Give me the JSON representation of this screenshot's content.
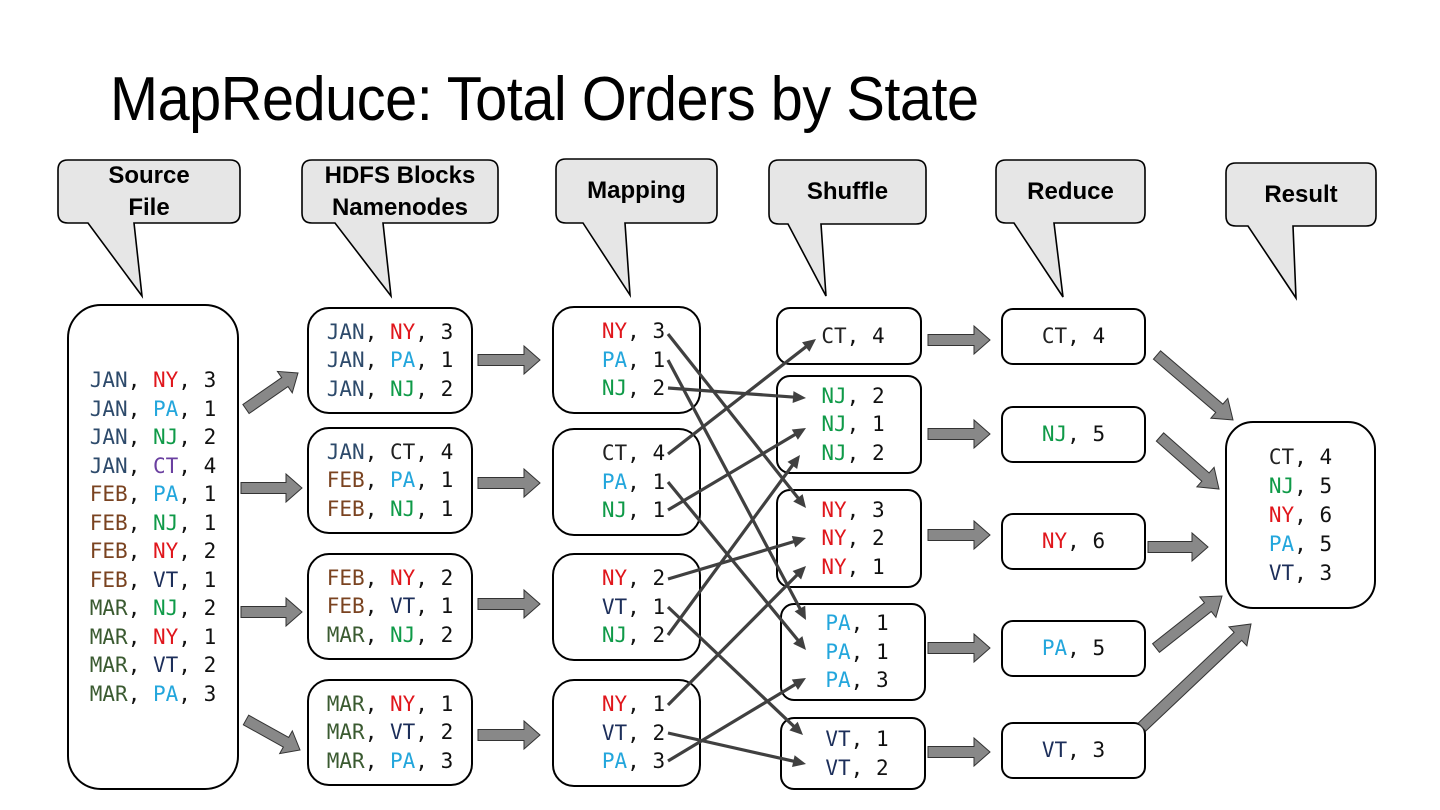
{
  "title": "MapReduce: Total Orders by State",
  "colors": {
    "JAN": "#2d4a6b",
    "FEB": "#7a4320",
    "MAR": "#3a5a30",
    "NY": "#e0161c",
    "PA": "#23a6dc",
    "NJ": "#0f9a48",
    "CT": "#222222",
    "CT_source": "#6a3fa0",
    "VT": "#1c2e5a",
    "num": "#111111",
    "arrow_gray": "#888888",
    "line_dark": "#404040",
    "callout_fill": "#e6e6e6"
  },
  "stages": [
    {
      "id": "source",
      "label": "Source\nFile"
    },
    {
      "id": "hdfs",
      "label": "HDFS Blocks\nNamenodes"
    },
    {
      "id": "mapping",
      "label": "Mapping"
    },
    {
      "id": "shuffle",
      "label": "Shuffle"
    },
    {
      "id": "reduce",
      "label": "Reduce"
    },
    {
      "id": "result",
      "label": "Result"
    }
  ],
  "source_file": [
    [
      "JAN",
      "NY",
      "3"
    ],
    [
      "JAN",
      "PA",
      "1"
    ],
    [
      "JAN",
      "NJ",
      "2"
    ],
    [
      "JAN",
      "CT",
      "4"
    ],
    [
      "FEB",
      "PA",
      "1"
    ],
    [
      "FEB",
      "NJ",
      "1"
    ],
    [
      "FEB",
      "NY",
      "2"
    ],
    [
      "FEB",
      "VT",
      "1"
    ],
    [
      "MAR",
      "NJ",
      "2"
    ],
    [
      "MAR",
      "NY",
      "1"
    ],
    [
      "MAR",
      "VT",
      "2"
    ],
    [
      "MAR",
      "PA",
      "3"
    ]
  ],
  "hdfs_blocks": [
    [
      [
        "JAN",
        "NY",
        "3"
      ],
      [
        "JAN",
        "PA",
        "1"
      ],
      [
        "JAN",
        "NJ",
        "2"
      ]
    ],
    [
      [
        "JAN",
        "CT",
        "4"
      ],
      [
        "FEB",
        "PA",
        "1"
      ],
      [
        "FEB",
        "NJ",
        "1"
      ]
    ],
    [
      [
        "FEB",
        "NY",
        "2"
      ],
      [
        "FEB",
        "VT",
        "1"
      ],
      [
        "MAR",
        "NJ",
        "2"
      ]
    ],
    [
      [
        "MAR",
        "NY",
        "1"
      ],
      [
        "MAR",
        "VT",
        "2"
      ],
      [
        "MAR",
        "PA",
        "3"
      ]
    ]
  ],
  "mapping": [
    [
      [
        "NY",
        "3"
      ],
      [
        "PA",
        "1"
      ],
      [
        "NJ",
        "2"
      ]
    ],
    [
      [
        "CT",
        "4"
      ],
      [
        "PA",
        "1"
      ],
      [
        "NJ",
        "1"
      ]
    ],
    [
      [
        "NY",
        "2"
      ],
      [
        "VT",
        "1"
      ],
      [
        "NJ",
        "2"
      ]
    ],
    [
      [
        "NY",
        "1"
      ],
      [
        "VT",
        "2"
      ],
      [
        "PA",
        "3"
      ]
    ]
  ],
  "shuffle": [
    [
      [
        "CT",
        "4"
      ]
    ],
    [
      [
        "NJ",
        "2"
      ],
      [
        "NJ",
        "1"
      ],
      [
        "NJ",
        "2"
      ]
    ],
    [
      [
        "NY",
        "3"
      ],
      [
        "NY",
        "2"
      ],
      [
        "NY",
        "1"
      ]
    ],
    [
      [
        "PA",
        "1"
      ],
      [
        "PA",
        "1"
      ],
      [
        "PA",
        "3"
      ]
    ],
    [
      [
        "VT",
        "1"
      ],
      [
        "VT",
        "2"
      ]
    ]
  ],
  "reduce": [
    [
      "CT",
      "4"
    ],
    [
      "NJ",
      "5"
    ],
    [
      "NY",
      "6"
    ],
    [
      "PA",
      "5"
    ],
    [
      "VT",
      "3"
    ]
  ],
  "result": [
    [
      "CT",
      "4"
    ],
    [
      "NJ",
      "5"
    ],
    [
      "NY",
      "6"
    ],
    [
      "PA",
      "5"
    ],
    [
      "VT",
      "3"
    ]
  ]
}
